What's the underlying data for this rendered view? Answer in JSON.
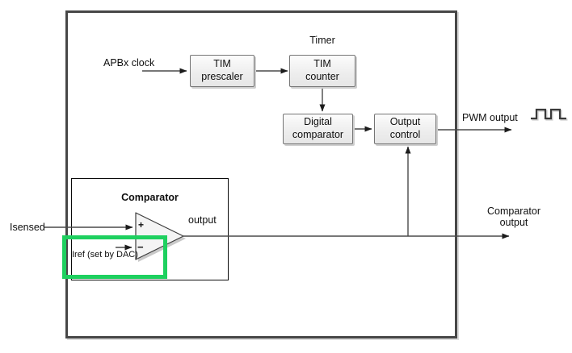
{
  "diagram": {
    "blocks": {
      "tim_prescaler": "TIM\nprescaler",
      "tim_counter": "TIM\ncounter",
      "digital_comparator": "Digital\ncomparator",
      "output_control": "Output\ncontrol"
    },
    "labels": {
      "timer": "Timer",
      "apbx_clock": "APBx clock",
      "pwm_output": "PWM output",
      "comparator_output": "Comparator\noutput",
      "comparator_title": "Comparator",
      "opamp_output": "output",
      "isensed": "Isensed",
      "iref": "Iref (set by DAC)",
      "plus_input": "+",
      "minus_input": "−"
    },
    "icons": {
      "pwm_waveform": "square-wave-icon"
    },
    "colors": {
      "highlight": "#1ed05f",
      "wire": "#4a4a4a",
      "arrowhead": "#1c1c1c",
      "block_border": "#757575",
      "outer_border": "#474747"
    }
  }
}
